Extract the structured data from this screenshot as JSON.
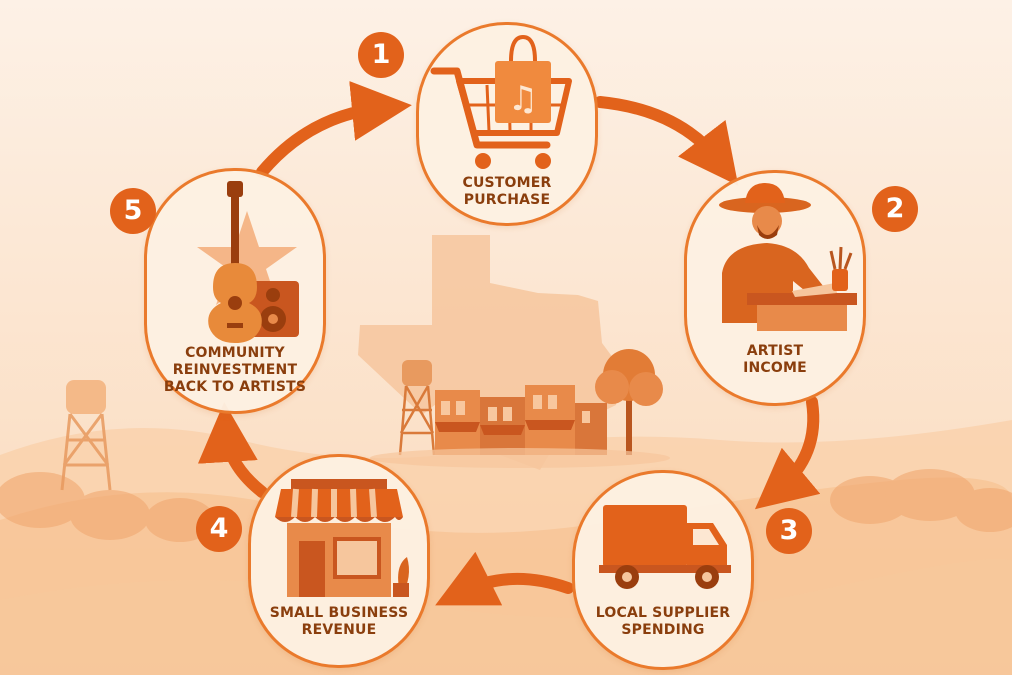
{
  "colors": {
    "accent": "#e2621b",
    "outline": "#ea7a2c",
    "label": "#8a3e0d",
    "background": "#fbe6d2"
  },
  "steps": [
    {
      "number": "1",
      "lines": [
        "CUSTOMER",
        "PURCHASE"
      ],
      "icon": "shopping-cart-music-bag-icon"
    },
    {
      "number": "2",
      "lines": [
        "ARTIST",
        "INCOME"
      ],
      "icon": "cowboy-artist-painting-icon"
    },
    {
      "number": "3",
      "lines": [
        "LOCAL SUPPLIER",
        "SPENDING"
      ],
      "icon": "delivery-truck-icon"
    },
    {
      "number": "4",
      "lines": [
        "SMALL BUSINESS",
        "REVENUE"
      ],
      "icon": "storefront-icon"
    },
    {
      "number": "5",
      "lines": [
        "COMMUNITY",
        "REINVESTMENT",
        "BACK TO ARTISTS"
      ],
      "icon": "guitar-star-speaker-icon"
    }
  ],
  "center": {
    "icon": "texas-main-street-icon"
  }
}
